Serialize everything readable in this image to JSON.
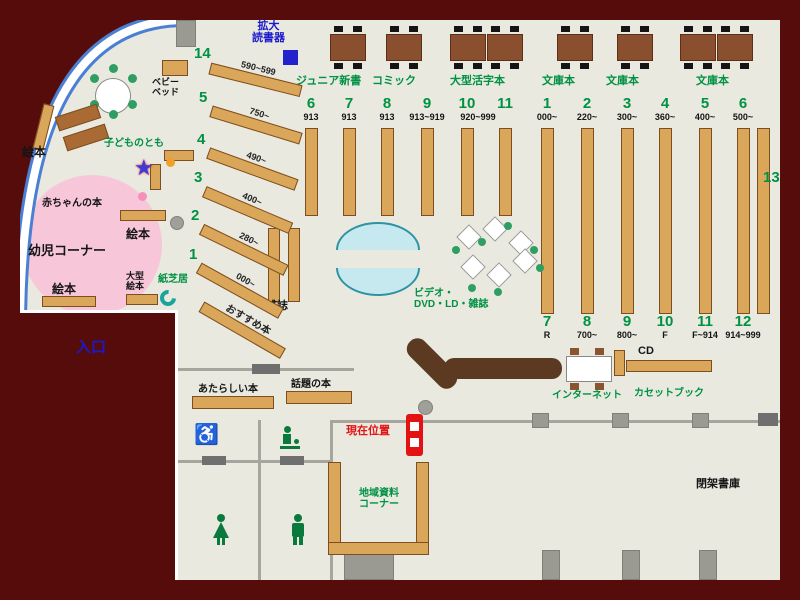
{
  "colors": {
    "wall_maroon": "#570c0c",
    "floor": "#e9e9e0",
    "shelf_tan": "#d9a65a",
    "accent_green": "#009143",
    "accent_blue": "#1a1acc",
    "accent_red": "#e31313",
    "pink_area": "#f7c6d9",
    "bench_cyan": "#c5e9ee",
    "counter_brown": "#5c3a22"
  },
  "entrance": {
    "label": "入口"
  },
  "children": {
    "corner_label": "幼児コーナー",
    "picture_books": "絵本",
    "baby_books": "赤ちゃんの本",
    "kodomo_no_tomo": "子どものとも",
    "baby_bed": [
      "ベビー",
      "ベッド"
    ],
    "large_picture_books": [
      "大型",
      "絵本"
    ],
    "kamishibai": "紙芝居"
  },
  "magnifier": {
    "line1": "拡大",
    "line2": "読書器"
  },
  "diagonal_shelves": [
    {
      "num": "14",
      "range": "590~599"
    },
    {
      "num": "5",
      "range": "750~"
    },
    {
      "num": "4",
      "range": "490~"
    },
    {
      "num": "3",
      "range": "400~"
    },
    {
      "num": "2",
      "range": "280~"
    },
    {
      "num": "1",
      "range": "000~"
    }
  ],
  "recommended": "おすすめ本",
  "sections": [
    "ジュニア新書",
    "コミック",
    "大型活字本",
    "文庫本",
    "文庫本",
    "文庫本"
  ],
  "left_columns": [
    {
      "num": "6",
      "range": "913"
    },
    {
      "num": "7",
      "range": "913"
    },
    {
      "num": "8",
      "range": "913"
    },
    {
      "num": "9",
      "range": "913~919"
    },
    {
      "num": "10",
      "range": "920~999"
    },
    {
      "num": "11",
      "range": ""
    }
  ],
  "right_columns": [
    {
      "num": "1",
      "range": "000~"
    },
    {
      "num": "2",
      "range": "220~"
    },
    {
      "num": "3",
      "range": "300~"
    },
    {
      "num": "4",
      "range": "360~"
    },
    {
      "num": "5",
      "range": "400~"
    },
    {
      "num": "6",
      "range": "500~"
    }
  ],
  "bottom_columns": [
    {
      "num": "7",
      "range": "R"
    },
    {
      "num": "8",
      "range": "700~"
    },
    {
      "num": "9",
      "range": "800~"
    },
    {
      "num": "10",
      "range": "F"
    },
    {
      "num": "11",
      "range": "F~914"
    },
    {
      "num": "12",
      "range": "914~999"
    }
  ],
  "wall_shelf": "13",
  "magazines": "雑誌",
  "av_corner": {
    "line1": "ビデオ・",
    "line2": "DVD・LD・雑誌"
  },
  "cd": "CD",
  "internet": "インターネット",
  "cassette_books": "カセットブック",
  "new_books": "あたらしい本",
  "topical_books": "話題の本",
  "you_are_here": "現在位置",
  "local_materials": {
    "line1": "地域資料",
    "line2": "コーナー"
  },
  "closed_stacks": "閉架書庫",
  "icons": {
    "wheelchair": "♿"
  }
}
